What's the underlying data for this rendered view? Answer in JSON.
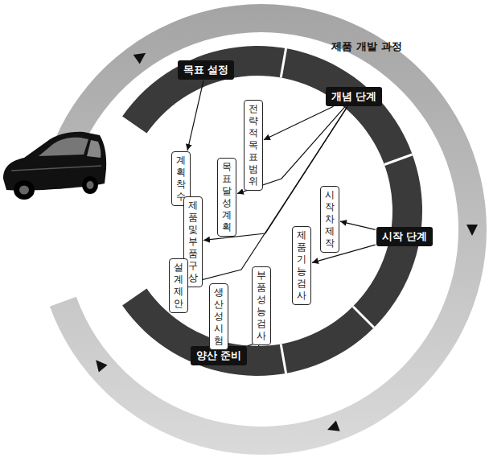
{
  "diagram": {
    "nodes": [
      {
        "text": [
          "목표 설정"
        ]
      },
      {
        "text": [
          "계획 착수"
        ]
      },
      {
        "text": [
          "개념 단계"
        ]
      },
      {
        "text": [
          "전략적 목표 범위"
        ]
      },
      {
        "text": [
          "목표 달성 계획"
        ]
      },
      {
        "text": [
          "제품및 부품 구상"
        ]
      },
      {
        "text": [
          "설계 제안"
        ]
      },
      {
        "text": [
          "시작 단계"
        ]
      },
      {
        "text": [
          "시작차 제작"
        ]
      },
      {
        "text": [
          "제품 기능 검사"
        ]
      },
      {
        "text": [
          "양산 준비"
        ]
      },
      {
        "text": [
          "부품 성능 검사"
        ]
      },
      {
        "text": [
          "생산성 시험"
        ]
      }
    ],
    "edges": [
      {
        "from": 0,
        "to": 1,
        "arrow": "to"
      },
      {
        "from": 2,
        "to": 3,
        "arrow": "to"
      },
      {
        "from": 2,
        "to": 4,
        "arrow": "to"
      },
      {
        "from": 2,
        "to": 5,
        "arrow": "to"
      },
      {
        "from": 2,
        "to": 6,
        "arrow": "to"
      },
      {
        "from": 7,
        "to": 8,
        "arrow": "to"
      },
      {
        "from": 7,
        "to": 9,
        "arrow": "to"
      },
      {
        "from": 10,
        "to": 11,
        "arrow": "to"
      },
      {
        "from": 10,
        "to": 12,
        "arrow": "to"
      }
    ],
    "labels": [
      "제품 개발 과정"
    ]
  }
}
